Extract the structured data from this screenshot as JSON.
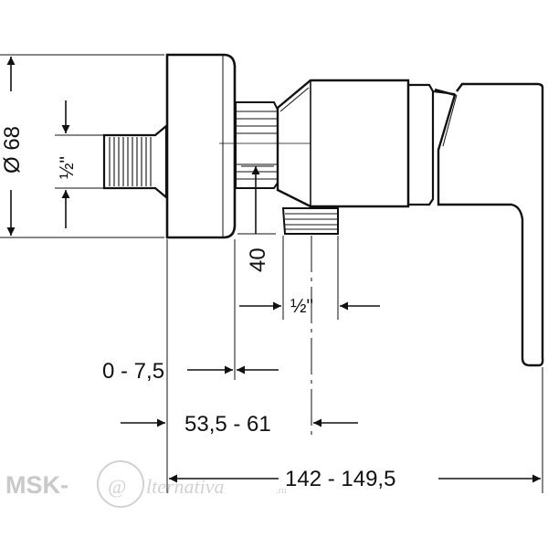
{
  "dimensions": {
    "diameter": "Ø 68",
    "inlet_thread": "½\"",
    "depth": "40",
    "outlet_thread": "½\"",
    "wall_range": "0 - 7,5",
    "axis_range": "53,5 - 61",
    "total_range": "142 - 149,5"
  },
  "watermark": {
    "brand": "MSK-",
    "at_sign": "@",
    "domain": "lternativa",
    "tld": ".ru"
  }
}
